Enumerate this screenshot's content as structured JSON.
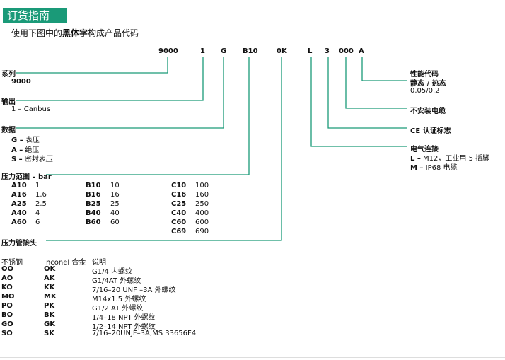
{
  "header": {
    "title": "订货指南",
    "subtitle_pre": "使用下图中的",
    "subtitle_bold": "黑体字",
    "subtitle_post": "构成产品代码"
  },
  "code_parts": [
    "9000",
    "1",
    "G",
    "B10",
    "0K",
    "L",
    "3",
    "000",
    "A"
  ],
  "series": {
    "label": "系列",
    "value": "9000"
  },
  "output": {
    "label": "输出",
    "value": "1 – Canbus"
  },
  "data": {
    "label": "数据",
    "items": [
      {
        "code": "G –",
        "text": "表压"
      },
      {
        "code": "A –",
        "text": "绝压"
      },
      {
        "code": "S –",
        "text": "密封表压"
      }
    ]
  },
  "pressure": {
    "label": "压力范围 – bar",
    "col1": [
      [
        "A10",
        "1"
      ],
      [
        "A16",
        "1.6"
      ],
      [
        "A25",
        "2.5"
      ],
      [
        "A40",
        "4"
      ],
      [
        "A60",
        "6"
      ]
    ],
    "col2": [
      [
        "B10",
        "10"
      ],
      [
        "B16",
        "16"
      ],
      [
        "B25",
        "25"
      ],
      [
        "B40",
        "40"
      ],
      [
        "B60",
        "60"
      ]
    ],
    "col3": [
      [
        "C10",
        "100"
      ],
      [
        "C16",
        "160"
      ],
      [
        "C25",
        "250"
      ],
      [
        "C40",
        "400"
      ],
      [
        "C60",
        "600"
      ],
      [
        "C69",
        "690"
      ]
    ]
  },
  "fitting": {
    "label": "压力管接头",
    "headers": [
      "不锈钢",
      "Inconel 合金",
      "说明"
    ],
    "rows": [
      [
        "OO",
        "OK",
        "G1/4 内螺纹"
      ],
      [
        "AO",
        "AK",
        "G1/4AT 外螺纹"
      ],
      [
        "KO",
        "KK",
        "7/16–20 UNF –3A 外螺纹"
      ],
      [
        "MO",
        "MK",
        "M14x1.5 外螺纹"
      ],
      [
        "PO",
        "PK",
        "G1/2 AT 外螺纹"
      ],
      [
        "BO",
        "BK",
        "1/4–18 NPT 外螺纹"
      ],
      [
        "GO",
        "GK",
        "1/2–14 NPT 外螺纹"
      ],
      [
        "SO",
        "SK",
        "7/16–20UNJF–3A,MS 33656F4"
      ]
    ]
  },
  "performance": {
    "label": "性能代码",
    "sub": "静态 / 热态",
    "value": "0.05/0.2"
  },
  "no_cable": {
    "label": "不安装电缆"
  },
  "ce": {
    "label": "CE 认证标志"
  },
  "electrical": {
    "label": "电气连接",
    "items": [
      {
        "code": "L –",
        "text": "M12，工业用 5 插脚"
      },
      {
        "code": "M –",
        "text": "IP68 电缆"
      }
    ]
  },
  "colors": {
    "accent": "#1a9a78"
  }
}
